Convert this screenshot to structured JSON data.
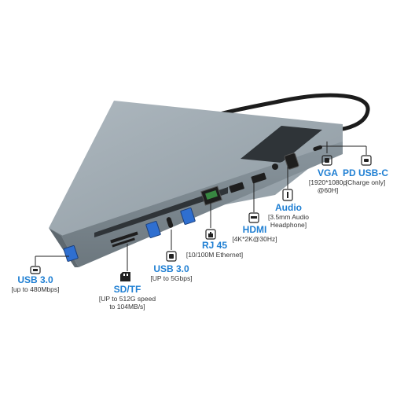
{
  "labels": {
    "usb30_left": {
      "title": "USB 3.0",
      "sub": "[up to 480Mbps]"
    },
    "sdtf": {
      "title": "SD/TF",
      "sub1": "[UP to 512G speed",
      "sub2": "to 104MB/s]"
    },
    "usb30_mid": {
      "title": "USB 3.0",
      "sub": "[UP to 5Gbps]"
    },
    "rj45": {
      "title": "RJ 45",
      "sub": "[10/100M Ethernet]"
    },
    "hdmi": {
      "title": "HDMI",
      "sub": "[4K*2K@30Hz]"
    },
    "audio": {
      "title": "Audio",
      "sub1": "[3.5mm Audio",
      "sub2": "Headphone]"
    },
    "vga": {
      "title": "VGA",
      "sub1": "[1920*1080p",
      "sub2": "@60H]"
    },
    "pdusbc": {
      "title": "PD USB-C",
      "sub": "[Charge only]"
    }
  },
  "colors": {
    "accent": "#1f7fd3",
    "hub_body": "#7f8c94",
    "hub_top": "#9aa5ac",
    "port_blue": "#2f6fd0"
  },
  "icons": [
    "usb-c-cable-icon",
    "usb-a-port-icon",
    "sd-card-icon",
    "ethernet-port-icon",
    "hdmi-port-icon",
    "audio-jack-icon",
    "vga-port-icon",
    "usb-c-port-icon"
  ]
}
